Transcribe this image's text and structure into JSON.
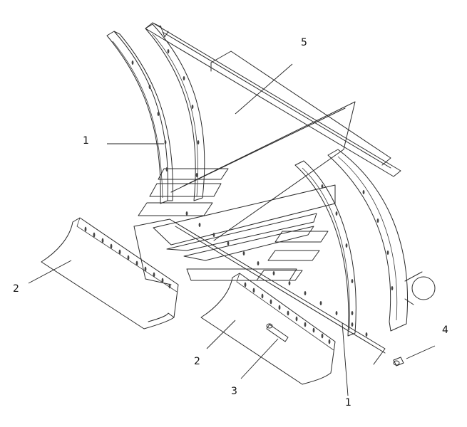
{
  "labels": {
    "arc_upper": "1",
    "arc_lower": "1",
    "blade_left": "2",
    "blade_right": "2",
    "pin": "3",
    "nut": "4",
    "body": "5"
  },
  "colors": {
    "stroke": "#2b2b2b",
    "background": "#ffffff"
  }
}
